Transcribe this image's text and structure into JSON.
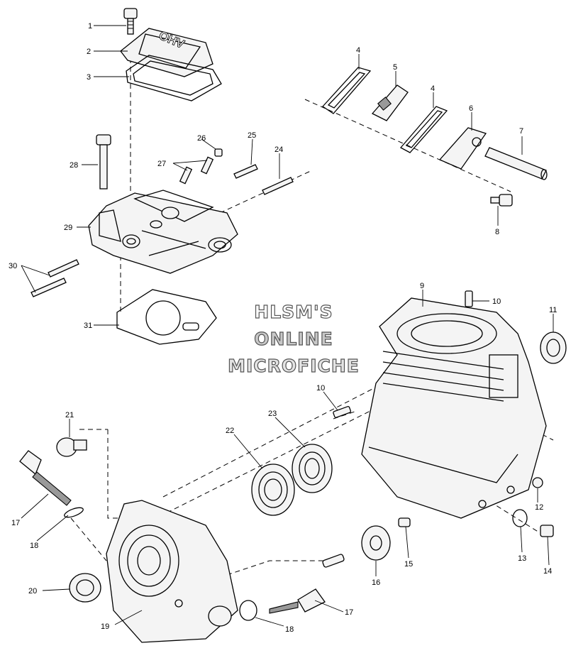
{
  "watermark": {
    "line1": "HLSM'S",
    "line2": "ONLINE",
    "line3": "MICROFICHE"
  },
  "valve_cover_text": "OHV",
  "callouts": [
    "1",
    "2",
    "3",
    "4",
    "5",
    "4",
    "6",
    "7",
    "8",
    "26",
    "25",
    "27",
    "24",
    "28",
    "29",
    "30",
    "31",
    "9",
    "10",
    "11",
    "10",
    "23",
    "22",
    "21",
    "17",
    "18",
    "12",
    "13",
    "14",
    "15",
    "16",
    "17",
    "18",
    "19",
    "20"
  ]
}
